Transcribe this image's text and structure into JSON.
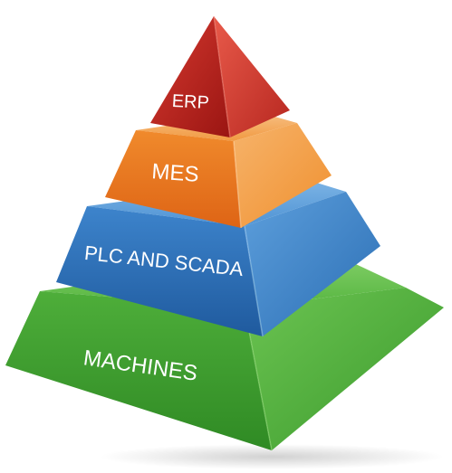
{
  "diagram": {
    "type": "pyramid",
    "tiers": [
      {
        "label": "ERP",
        "level": 1,
        "color": "#b01e1c"
      },
      {
        "label": "MES",
        "level": 2,
        "color": "#e8731b"
      },
      {
        "label": "PLC AND SCADA",
        "level": 3,
        "color": "#2a6bb3"
      },
      {
        "label": "MACHINES",
        "level": 4,
        "color": "#3a9a2e"
      }
    ]
  }
}
